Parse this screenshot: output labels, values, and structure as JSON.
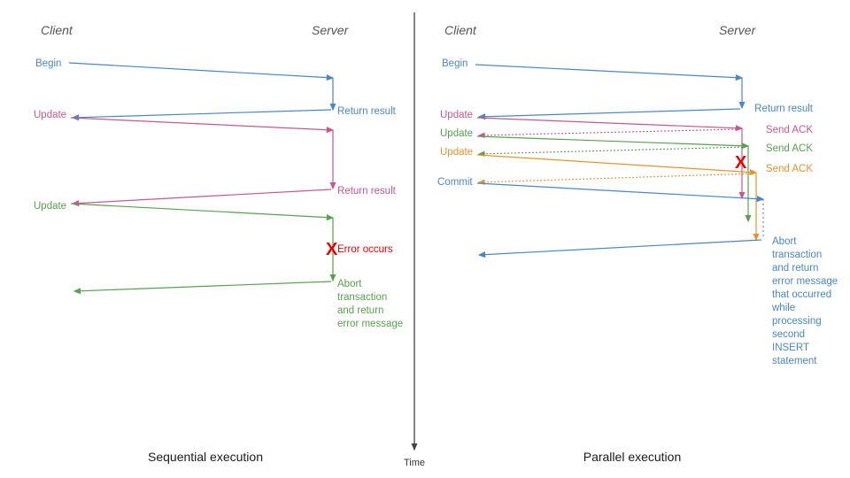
{
  "colors": {
    "blue": "#4a86c8",
    "pink": "#c9578e",
    "green": "#58a14e",
    "orange": "#e8922a",
    "red": "#ee0000",
    "axis": "#444444",
    "lane_title": "#555555",
    "caption": "#1a1a1a",
    "divider": "#333333"
  },
  "axis": {
    "time_label": "Time"
  },
  "panels": [
    {
      "id": "sequential",
      "caption": "Sequential execution",
      "lanes": {
        "client": "Client",
        "server": "Server"
      },
      "messages": [
        {
          "id": "begin",
          "label": "Begin",
          "color": "blue",
          "side": "client",
          "dashed": false
        },
        {
          "id": "return-result-1",
          "label": "Return result",
          "color": "blue",
          "side": "server",
          "dashed": false
        },
        {
          "id": "update-1",
          "label": "Update",
          "color": "pink",
          "side": "client",
          "dashed": false
        },
        {
          "id": "return-result-2",
          "label": "Return result",
          "color": "pink",
          "side": "server",
          "dashed": false
        },
        {
          "id": "update-2",
          "label": "Update",
          "color": "green",
          "side": "client",
          "dashed": false
        },
        {
          "id": "error",
          "label": "Error occurs",
          "color": "red",
          "side": "server",
          "dashed": false
        },
        {
          "id": "abort",
          "label": "Abort transaction and return error message",
          "color": "green",
          "side": "server",
          "dashed": false
        }
      ],
      "abort_lines": [
        "Abort",
        "transaction",
        "and return",
        "error message"
      ],
      "error_marker": "X"
    },
    {
      "id": "parallel",
      "caption": "Parallel execution",
      "lanes": {
        "client": "Client",
        "server": "Server"
      },
      "messages": [
        {
          "id": "begin",
          "label": "Begin",
          "color": "blue",
          "side": "client",
          "dashed": false
        },
        {
          "id": "return-result",
          "label": "Return result",
          "color": "blue",
          "side": "server",
          "dashed": false
        },
        {
          "id": "update-1",
          "label": "Update",
          "color": "pink",
          "side": "client",
          "dashed": false
        },
        {
          "id": "send-ack-1",
          "label": "Send ACK",
          "color": "pink",
          "side": "server",
          "dashed": true
        },
        {
          "id": "update-2",
          "label": "Update",
          "color": "green",
          "side": "client",
          "dashed": false
        },
        {
          "id": "send-ack-2",
          "label": "Send ACK",
          "color": "green",
          "side": "server",
          "dashed": true
        },
        {
          "id": "update-3",
          "label": "Update",
          "color": "orange",
          "side": "client",
          "dashed": false
        },
        {
          "id": "send-ack-3",
          "label": "Send ACK",
          "color": "orange",
          "side": "server",
          "dashed": true
        },
        {
          "id": "commit",
          "label": "Commit",
          "color": "blue",
          "side": "client",
          "dashed": false
        },
        {
          "id": "abort",
          "label": "Abort transaction and return error message that occurred while processing second INSERT statement",
          "color": "blue",
          "side": "server",
          "dashed": false
        }
      ],
      "abort_lines": [
        "Abort",
        "transaction",
        "and return",
        "error message",
        "that occurred",
        "while",
        "processing",
        "second",
        "INSERT",
        "statement"
      ],
      "error_marker": "X"
    }
  ]
}
